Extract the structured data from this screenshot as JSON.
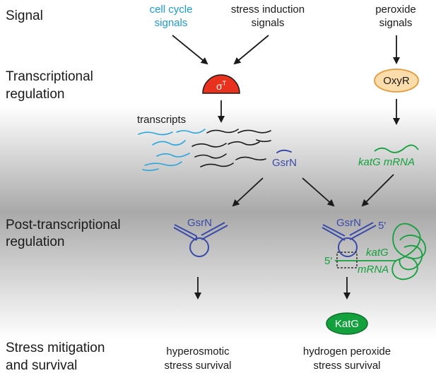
{
  "stages": {
    "signal": "Signal",
    "transcriptional_1": "Transcriptional",
    "transcriptional_2": "regulation",
    "posttranscriptional_1": "Post-transcriptional",
    "posttranscriptional_2": "regulation",
    "stress_1": "Stress mitigation",
    "stress_2": "and survival"
  },
  "signals": {
    "cell_cycle_1": "cell cycle",
    "cell_cycle_2": "signals",
    "stress_induction_1": "stress induction",
    "stress_induction_2": "signals",
    "peroxide_1": "peroxide",
    "peroxide_2": "signals"
  },
  "factors": {
    "sigma": "σ",
    "sigma_sup": "T",
    "oxyr": "OxyR",
    "katg_protein": "KatG"
  },
  "transcripts_label": "transcripts",
  "gsrn": {
    "transcript_label": "GsrN",
    "left_label": "GsrN",
    "right_label": "GsrN",
    "five_prime_top": "5′",
    "five_prime_left": "5′"
  },
  "katg_mrna": {
    "upper_label": "katG mRNA",
    "bound_katg": "katG",
    "bound_mrna": "mRNA"
  },
  "outcomes": {
    "hyperosmotic_1": "hyperosmotic",
    "hyperosmotic_2": "stress survival",
    "peroxide_1": "hydrogen peroxide",
    "peroxide_2": "stress survival"
  },
  "colors": {
    "cell_cycle_text": "#1a9bd7",
    "sigma_fill": "#e8321e",
    "oxyr_fill": "#fbdcaa",
    "oxyr_stroke": "#e79a3a",
    "katg_green": "#14a03c",
    "gsrn_blue": "#3a4aa8",
    "transcript_blue": "#29a6de"
  }
}
